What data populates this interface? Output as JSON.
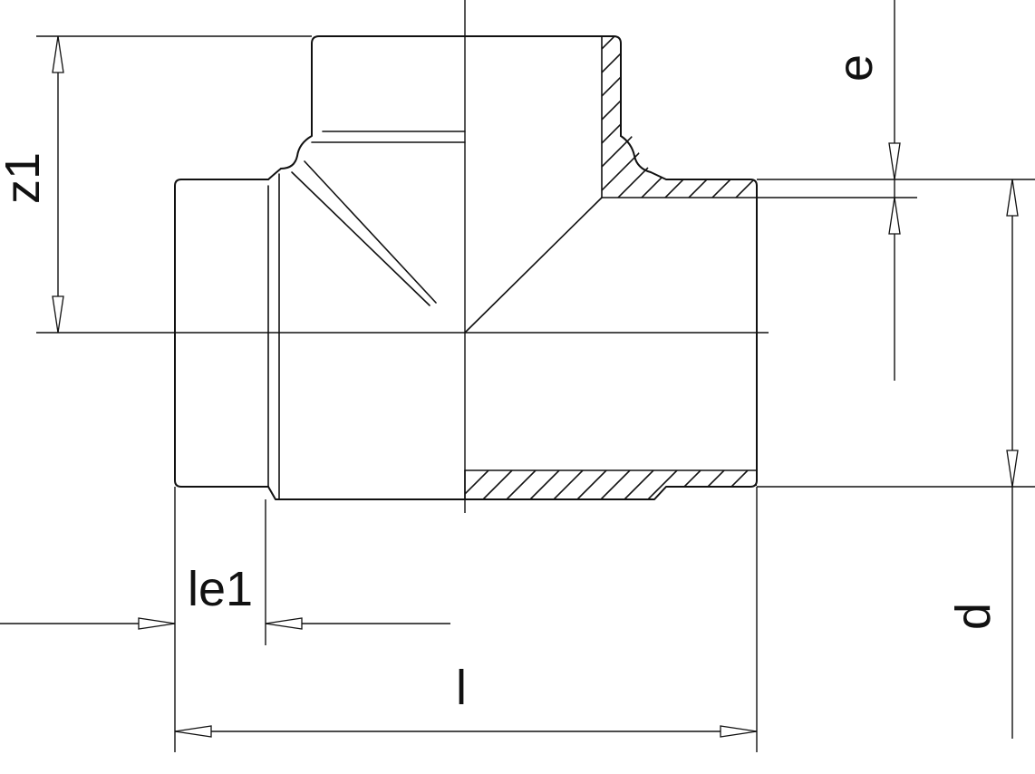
{
  "diagram": {
    "labels": {
      "z1": "z1",
      "e": "e",
      "le1": "le1",
      "l": "l",
      "d": "d"
    },
    "line_color": "#111111",
    "background": "#ffffff"
  }
}
